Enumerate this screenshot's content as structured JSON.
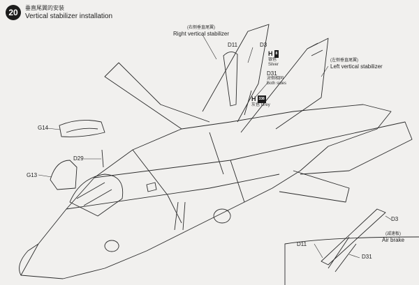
{
  "step": {
    "number": "20",
    "title_zh": "垂直尾翼的安装",
    "title_en": "Vertical stabilizer installation"
  },
  "callouts": {
    "right_stab": {
      "zh": "(右侧垂直尾翼)",
      "en": "Right vertical stabilizer"
    },
    "left_stab": {
      "zh": "(左侧垂直尾翼)",
      "en": "Left vertical stabilizer"
    },
    "air_brake": {
      "zh": "(减速板)",
      "en": "Air brake"
    }
  },
  "parts": {
    "d11": "D11",
    "d3": "D3",
    "d31": "D31",
    "g14": "G14",
    "d29": "D29",
    "g13": "G13",
    "inset_d3": "D3",
    "inset_d11": "D11",
    "inset_d31": "D31"
  },
  "paints": {
    "silver": {
      "code": "H",
      "box": "8",
      "zh": "银色",
      "en": "Silver"
    },
    "grey": {
      "code": "H",
      "box": "338",
      "zh": "灰色",
      "en": "Grey"
    },
    "d31_note": {
      "zh": "对侧相同",
      "en": "Both sides"
    }
  },
  "colors": {
    "ink": "#1e1e1e",
    "paper": "#f1f0ee"
  }
}
